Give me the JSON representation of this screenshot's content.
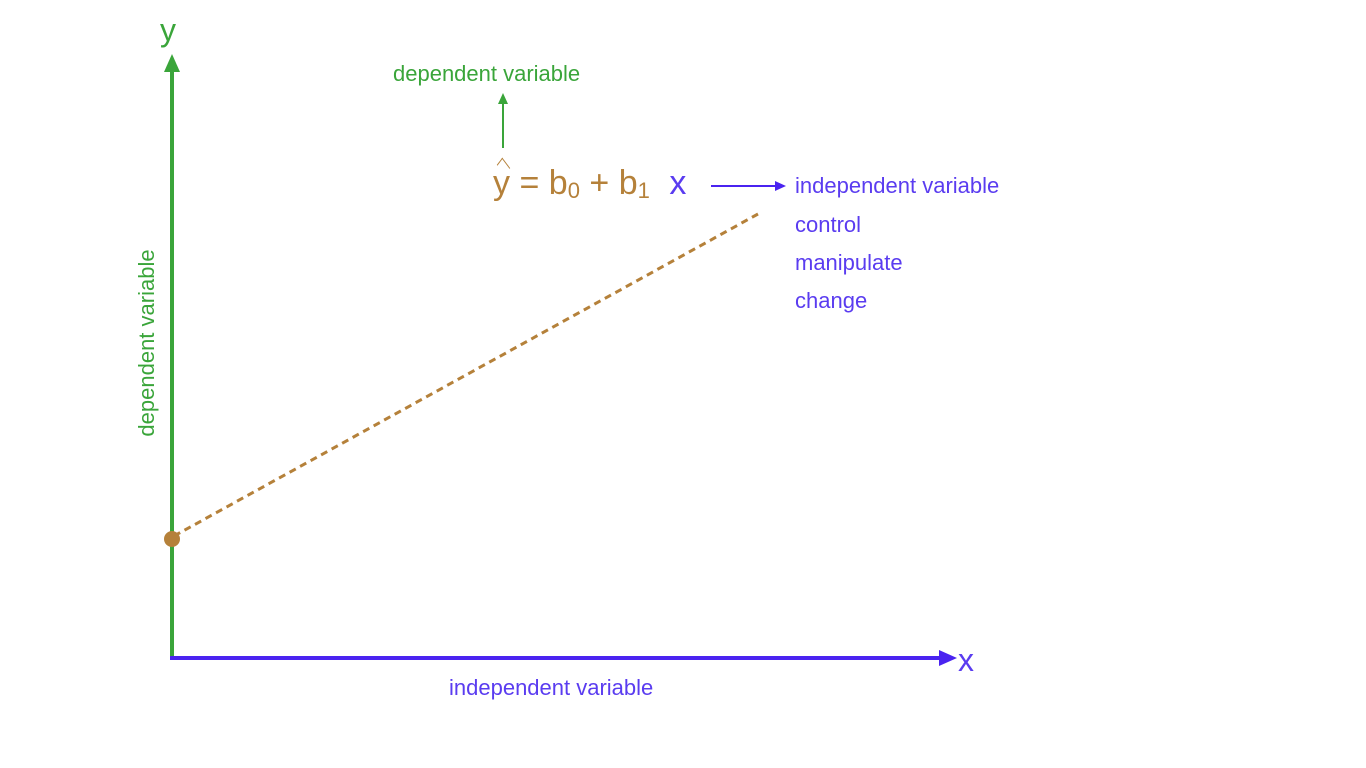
{
  "axes": {
    "y_letter": "y",
    "x_letter": "x",
    "y_axis_label": "dependent variable",
    "x_axis_label": "independent variable"
  },
  "equation": {
    "yhat": "y",
    "equals": "=",
    "b0_base": "b",
    "b0_sub": "0",
    "plus": "+",
    "b1_base": "b",
    "b1_sub": "1",
    "x": "x"
  },
  "annotations": {
    "dependent_label": "dependent variable",
    "independent_notes": [
      "independent variable",
      "control",
      "manipulate",
      "change"
    ]
  },
  "colors": {
    "dependent": "#3aa53a",
    "independent": "#5a3cf0",
    "equation_and_line": "#b5813a",
    "background": "#ffffff"
  },
  "line": {
    "style": "dashed",
    "starts_at_intercept_point": true
  }
}
